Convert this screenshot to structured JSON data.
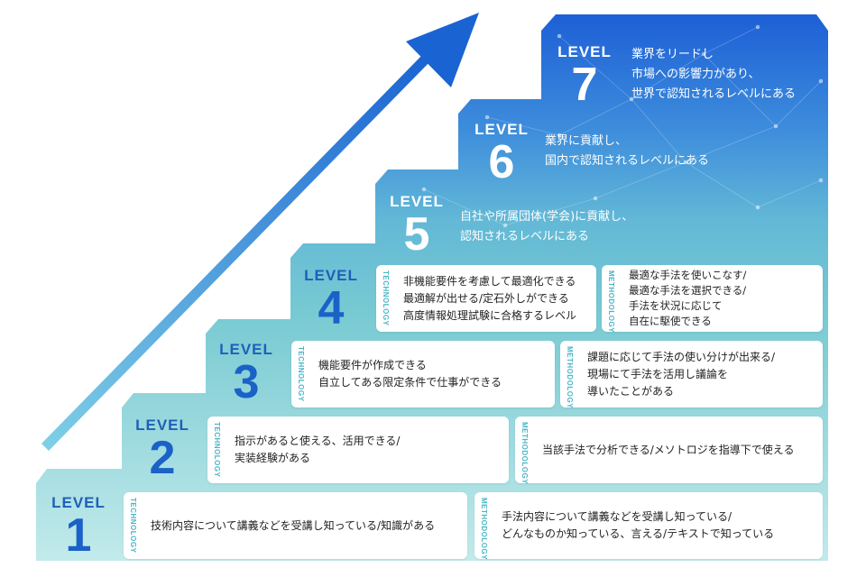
{
  "colors": {
    "step_light": "#b8e4e8",
    "step_mid": "#7fcdd4",
    "step_top": "#4fa9d6",
    "level_dark": "#1a62c7",
    "arrow": "#1f6fd1",
    "tag": "#49b6c7"
  },
  "levels": [
    {
      "label": "LEVEL",
      "number": "1",
      "technology": {
        "tag": "TECHNOLOGY",
        "lines": [
          "技術内容について講義などを受講し知っている/知識がある"
        ]
      },
      "methodology": {
        "tag": "METHODOLOGY",
        "lines": [
          "手法内容について講義などを受講し知っている/",
          "どんなものか知っている、言える/テキストで知っている"
        ]
      }
    },
    {
      "label": "LEVEL",
      "number": "2",
      "technology": {
        "tag": "TECHNOLOGY",
        "lines": [
          "指示があると使える、活用できる/",
          "実装経験がある"
        ]
      },
      "methodology": {
        "tag": "METHODOLOGY",
        "lines": [
          "当該手法で分析できる/メソトロジを指導下で使える"
        ]
      }
    },
    {
      "label": "LEVEL",
      "number": "3",
      "technology": {
        "tag": "TECHNOLOGY",
        "lines": [
          "機能要件が作成できる",
          "自立してある限定条件で仕事ができる"
        ]
      },
      "methodology": {
        "tag": "METHODOLOGY",
        "lines": [
          "課題に応じて手法の使い分けが出来る/",
          "現場にて手法を活用し議論を",
          "導いたことがある"
        ]
      }
    },
    {
      "label": "LEVEL",
      "number": "4",
      "technology": {
        "tag": "TECHNOLOGY",
        "lines": [
          "非機能要件を考慮して最適化できる",
          "最適解が出せる/定石外しができる",
          "高度情報処理試験に合格するレベル"
        ]
      },
      "methodology": {
        "tag": "METHODOLOGY",
        "lines": [
          "最適な手法を使いこなす/",
          "最適な手法を選択できる/",
          "手法を状況に応じて",
          "自在に駆使できる"
        ]
      }
    },
    {
      "label": "LEVEL",
      "number": "5",
      "lines": [
        "自社や所属団体(学会)に貢献し、",
        "認知されるレベルにある"
      ]
    },
    {
      "label": "LEVEL",
      "number": "6",
      "lines": [
        "業界に貢献し、",
        "国内で認知されるレベルにある"
      ]
    },
    {
      "label": "LEVEL",
      "number": "7",
      "lines": [
        "業界をリードし",
        "市場への影響力があり、",
        "世界で認知されるレベルにある"
      ]
    }
  ]
}
